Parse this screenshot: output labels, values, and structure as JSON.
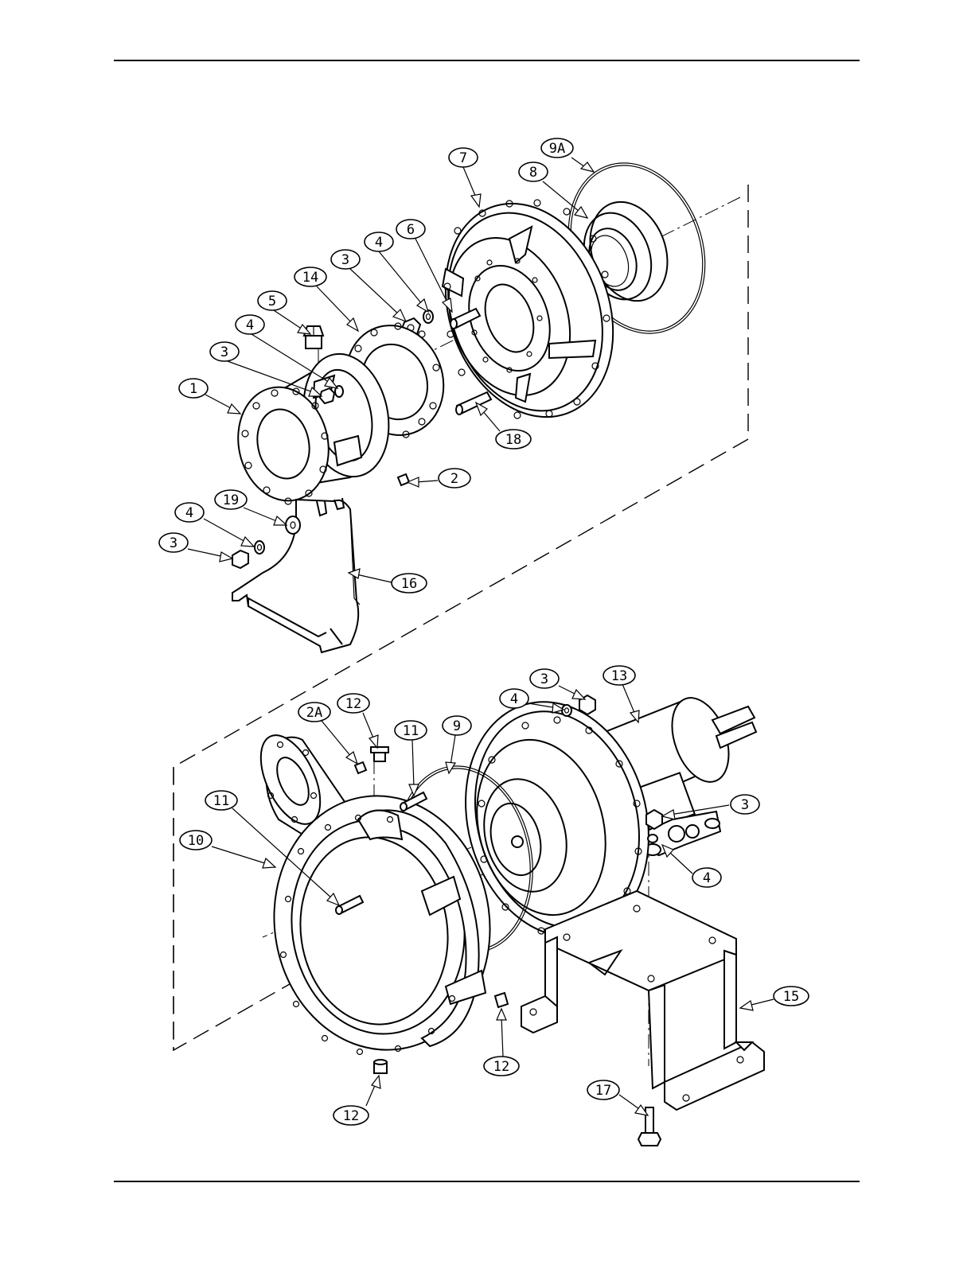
{
  "callouts": [
    {
      "label": "9A"
    },
    {
      "label": "7"
    },
    {
      "label": "8"
    },
    {
      "label": "6"
    },
    {
      "label": "4"
    },
    {
      "label": "3"
    },
    {
      "label": "14"
    },
    {
      "label": "5"
    },
    {
      "label": "4"
    },
    {
      "label": "3"
    },
    {
      "label": "1"
    },
    {
      "label": "18"
    },
    {
      "label": "2"
    },
    {
      "label": "19"
    },
    {
      "label": "4"
    },
    {
      "label": "3"
    },
    {
      "label": "16"
    },
    {
      "label": "13"
    },
    {
      "label": "3"
    },
    {
      "label": "4"
    },
    {
      "label": "12"
    },
    {
      "label": "2A"
    },
    {
      "label": "11"
    },
    {
      "label": "9"
    },
    {
      "label": "11"
    },
    {
      "label": "10"
    },
    {
      "label": "3"
    },
    {
      "label": "4"
    },
    {
      "label": "15"
    },
    {
      "label": "12"
    },
    {
      "label": "12"
    },
    {
      "label": "17"
    }
  ]
}
